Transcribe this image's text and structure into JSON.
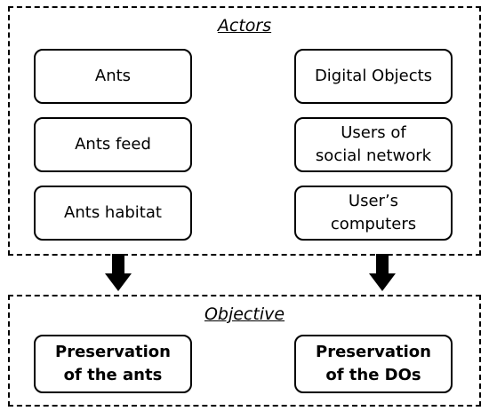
{
  "actors": {
    "title": "Actors",
    "left": [
      "Ants",
      "Ants feed",
      "Ants habitat"
    ],
    "right": [
      "Digital Objects",
      "Users of\nsocial network",
      "User’s\ncomputers"
    ]
  },
  "objective": {
    "title": "Objective",
    "left": "Preservation\nof the ants",
    "right": "Preservation\nof the DOs"
  }
}
